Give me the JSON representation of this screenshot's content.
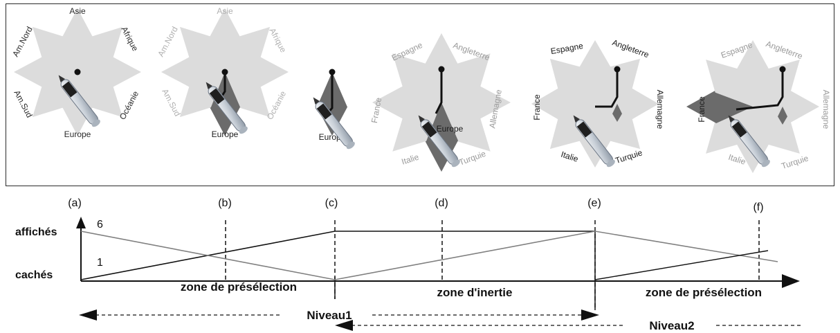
{
  "panels": [
    {
      "labels": {
        "N": "Asie",
        "NE": "Afrique",
        "E": "Océanie",
        "S": "Europe",
        "W": "Am.Sud",
        "NW": "Am.Nord"
      },
      "style": {
        "N": "#2a2a2a",
        "NE": "#2a2a2a",
        "E": "#2a2a2a",
        "S": "#2a2a2a",
        "W": "#2a2a2a",
        "NW": "#2a2a2a"
      }
    },
    {
      "labels": {
        "N": "Asie",
        "NE": "Afrique",
        "E": "Océanie",
        "S": "Europe",
        "W": "Am.Sud",
        "NW": "Am.Nord"
      },
      "style": {
        "N": "#b0b0b0",
        "NE": "#b0b0b0",
        "E": "#b0b0b0",
        "S": "#1a1a1a",
        "W": "#b0b0b0",
        "NW": "#b0b0b0"
      }
    },
    {
      "labels": {
        "S": "Europe"
      },
      "style": {
        "S": "#1a1a1a"
      }
    },
    {
      "labels": {
        "NW": "Espagne",
        "NE": "Angleterre",
        "E": "Allemagne",
        "W": "France",
        "SW": "Italie",
        "SE": "Turquie",
        "S": "Europe"
      },
      "style": {
        "NW": "#9a9a9a",
        "NE": "#9a9a9a",
        "E": "#9a9a9a",
        "W": "#9a9a9a",
        "SW": "#9a9a9a",
        "SE": "#9a9a9a",
        "S": "#1a1a1a"
      }
    },
    {
      "labels": {
        "NW": "Espagne",
        "NE": "Angleterre",
        "E": "Allemagne",
        "W": "France",
        "SW": "Italie",
        "SE": "Turquie"
      },
      "style": {
        "NW": "#1a1a1a",
        "NE": "#1a1a1a",
        "E": "#1a1a1a",
        "W": "#1a1a1a",
        "SW": "#1a1a1a",
        "SE": "#1a1a1a"
      }
    },
    {
      "labels": {
        "NW": "Espagne",
        "NE": "Angleterre",
        "E": "Allemagne",
        "W": "France",
        "SW": "Italie",
        "SE": "Turquie"
      },
      "style": {
        "NW": "#9a9a9a",
        "NE": "#9a9a9a",
        "E": "#9a9a9a",
        "W": "#1a1a1a",
        "SW": "#9a9a9a",
        "SE": "#9a9a9a"
      }
    }
  ],
  "timeline": {
    "markers": [
      "(a)",
      "(b)",
      "(c)",
      "(d)",
      "(e)",
      "(f)"
    ],
    "y_top_label": "affichés",
    "y_bottom_label": "cachés",
    "value_top": "6",
    "value_bottom": "1",
    "zones": [
      "zone de présélection",
      "zone d'inertie",
      "zone de présélection"
    ],
    "levels": [
      "Niveau1",
      "Niveau2"
    ]
  },
  "colors": {
    "dark_line": "#1a1a1a",
    "grey_line": "#808080",
    "petal_light": "#dcdcdc",
    "petal_dark": "#6b6b6b"
  }
}
